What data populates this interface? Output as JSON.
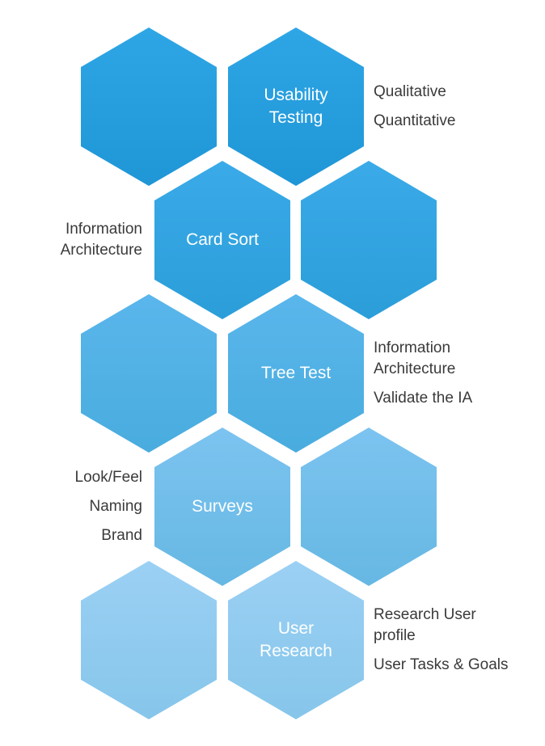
{
  "colors": {
    "hex_top": [
      "#2ea6e6",
      "#3aaae8",
      "#5ab6ec",
      "#7cc3f0",
      "#9bd0f4"
    ],
    "hex_bottom": [
      "#1f96d6",
      "#2b9ed9",
      "#49acde",
      "#66b8e3",
      "#86c6ea"
    ],
    "text": "#3a3a3a",
    "hex_text": "#ffffff"
  },
  "rows": [
    {
      "label": "Usability\nTesting",
      "notes": [
        "Qualitative",
        "Quantitative"
      ],
      "notes_side": "right"
    },
    {
      "label": "Card Sort",
      "notes": [
        "Information\nArchitecture"
      ],
      "notes_side": "left"
    },
    {
      "label": "Tree Test",
      "notes": [
        "Information\nArchitecture",
        "Validate the IA"
      ],
      "notes_side": "right"
    },
    {
      "label": "Surveys",
      "notes": [
        "Look/Feel",
        "Naming",
        "Brand"
      ],
      "notes_side": "left"
    },
    {
      "label": "User\nResearch",
      "notes": [
        "Research User\nprofile",
        "User Tasks & Goals"
      ],
      "notes_side": "right"
    }
  ]
}
